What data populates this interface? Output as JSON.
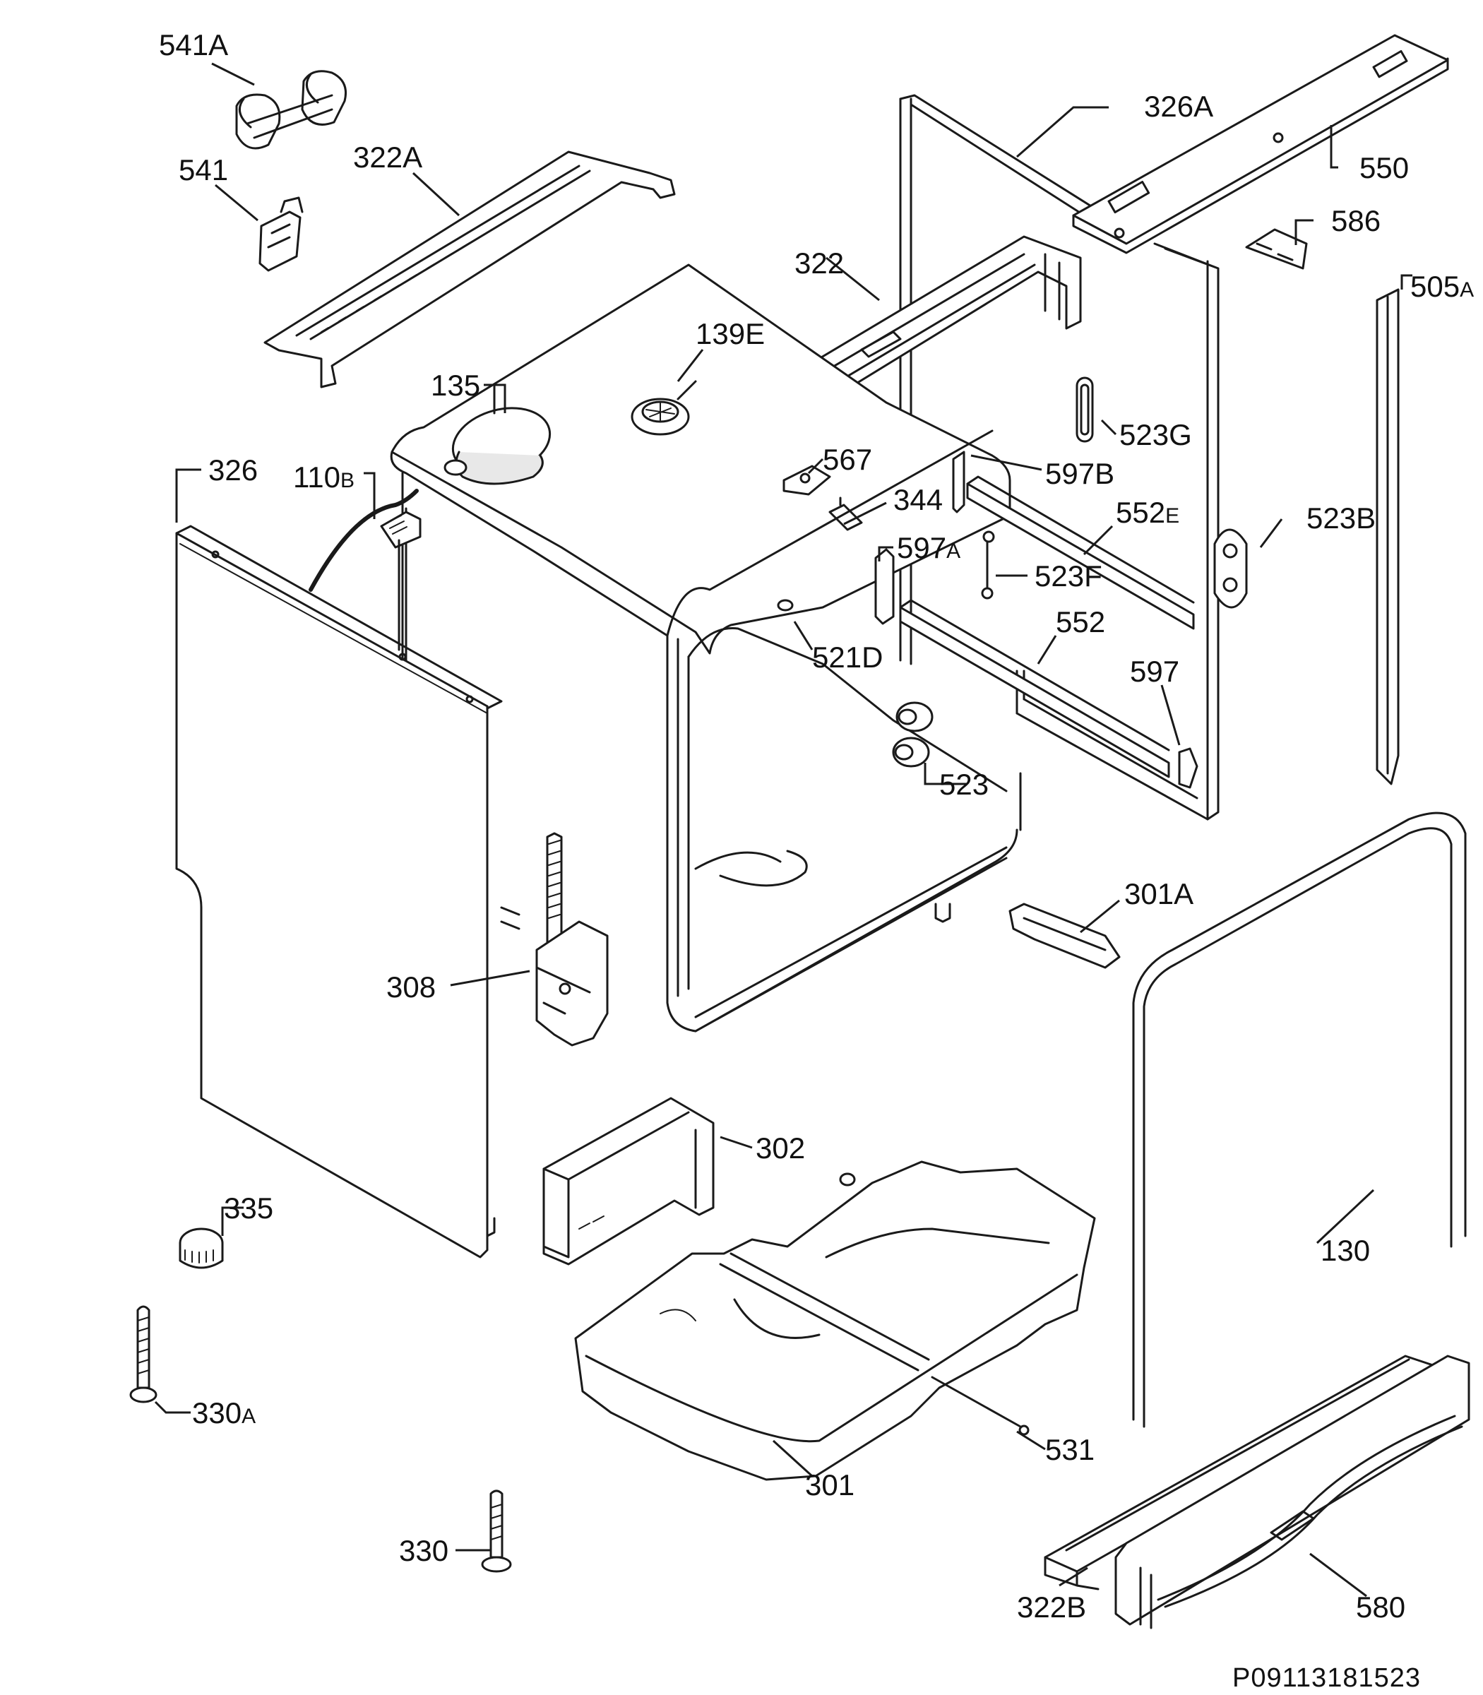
{
  "labels": [
    {
      "id": "p541a",
      "main": "541",
      "suffix": "A"
    },
    {
      "id": "p541",
      "main": "541",
      "suffix": ""
    },
    {
      "id": "p322a",
      "main": "322",
      "suffix": "A"
    },
    {
      "id": "p326a",
      "main": "326",
      "suffix": "A"
    },
    {
      "id": "p550",
      "main": "550",
      "suffix": ""
    },
    {
      "id": "p586",
      "main": "586",
      "suffix": ""
    },
    {
      "id": "p322",
      "main": "322",
      "suffix": ""
    },
    {
      "id": "p505a",
      "main": "505",
      "suffix": "A"
    },
    {
      "id": "p139e",
      "main": "139",
      "suffix": "E"
    },
    {
      "id": "p135",
      "main": "135",
      "suffix": ""
    },
    {
      "id": "p523g",
      "main": "523",
      "suffix": "G"
    },
    {
      "id": "p326",
      "main": "326",
      "suffix": ""
    },
    {
      "id": "p110b",
      "main": "110",
      "suffix": "B"
    },
    {
      "id": "p567",
      "main": "567",
      "suffix": ""
    },
    {
      "id": "p597b",
      "main": "597",
      "suffix": "B"
    },
    {
      "id": "p344",
      "main": "344",
      "suffix": ""
    },
    {
      "id": "p552e",
      "main": "552",
      "suffix": "E"
    },
    {
      "id": "p523b",
      "main": "523",
      "suffix": "B"
    },
    {
      "id": "p597a",
      "main": "597",
      "suffix": "A"
    },
    {
      "id": "p523f",
      "main": "523",
      "suffix": "F"
    },
    {
      "id": "p521d",
      "main": "521",
      "suffix": "D"
    },
    {
      "id": "p552",
      "main": "552",
      "suffix": ""
    },
    {
      "id": "p597",
      "main": "597",
      "suffix": ""
    },
    {
      "id": "p523",
      "main": "523",
      "suffix": ""
    },
    {
      "id": "p301a",
      "main": "301",
      "suffix": "A"
    },
    {
      "id": "p308",
      "main": "308",
      "suffix": ""
    },
    {
      "id": "p302",
      "main": "302",
      "suffix": ""
    },
    {
      "id": "p335",
      "main": "335",
      "suffix": ""
    },
    {
      "id": "p130",
      "main": "130",
      "suffix": ""
    },
    {
      "id": "p330a",
      "main": "330",
      "suffix": "A"
    },
    {
      "id": "p531",
      "main": "531",
      "suffix": ""
    },
    {
      "id": "p301",
      "main": "301",
      "suffix": ""
    },
    {
      "id": "p330",
      "main": "330",
      "suffix": ""
    },
    {
      "id": "p322b",
      "main": "322",
      "suffix": "B"
    },
    {
      "id": "p580",
      "main": "580",
      "suffix": ""
    }
  ],
  "document_id": "P09113181523"
}
